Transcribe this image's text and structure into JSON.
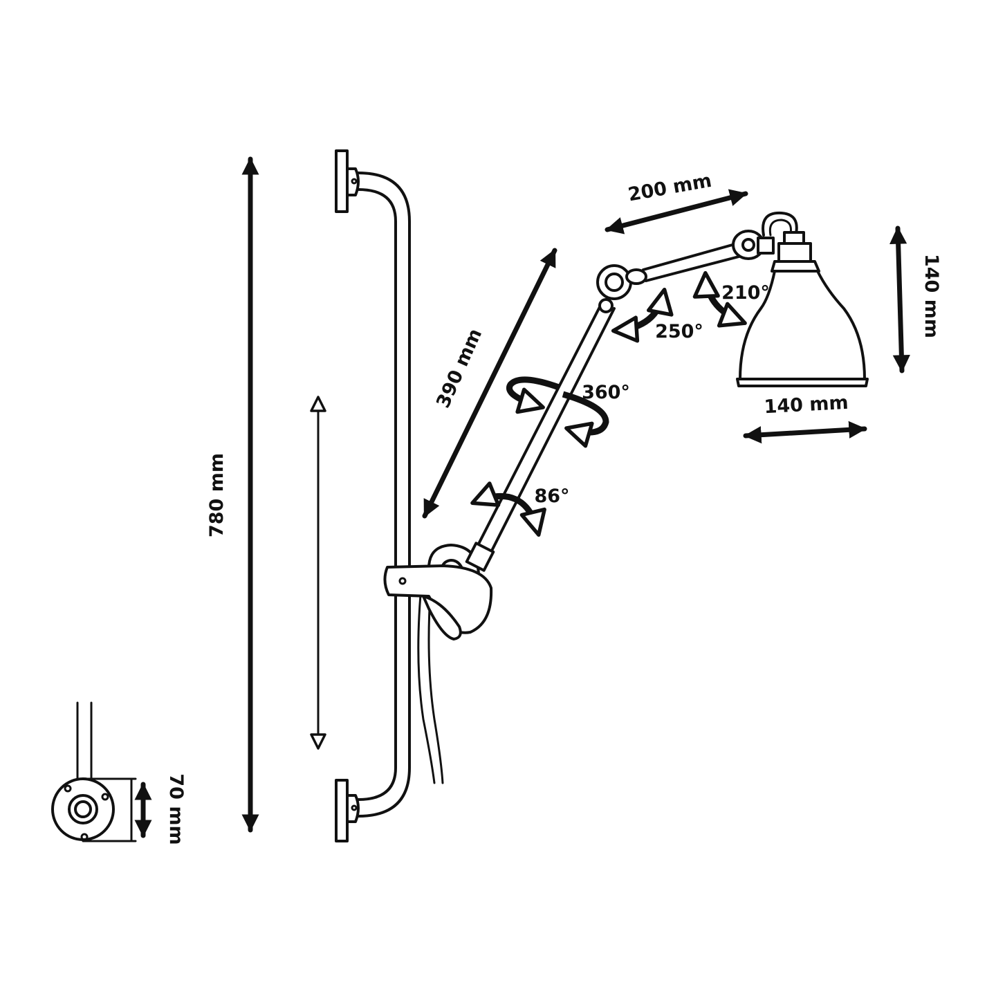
{
  "labels": {
    "arm_length": "200 mm",
    "shade_height": "140 mm",
    "shade_width": "140 mm",
    "main_arm": "390 mm",
    "total_height": "780 mm",
    "base_height": "70 mm",
    "rot_arm": "360°",
    "rot_shoulder": "86°",
    "rot_elbow": "250°",
    "rot_shade": "210°"
  },
  "icons": [
    "double-arrow-icon",
    "rotation-arrow-icon",
    "lamp-shade-icon",
    "wall-plate-icon"
  ]
}
